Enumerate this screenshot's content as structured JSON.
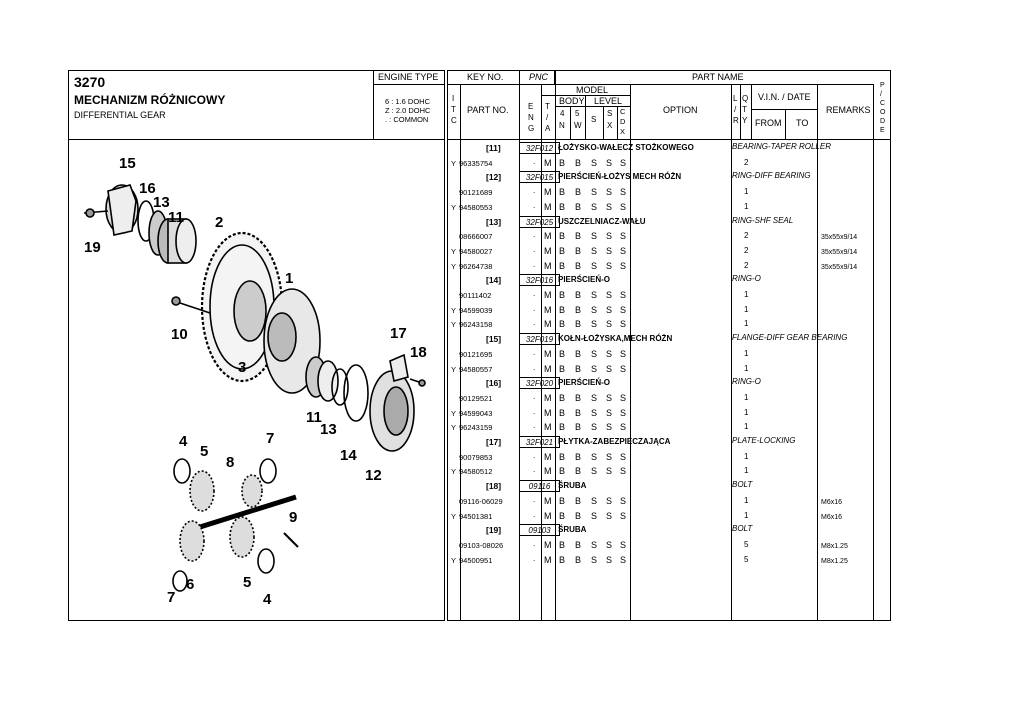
{
  "left": {
    "code": "3270",
    "title_pl": "MECHANIZM RÓŻNICOWY",
    "title_en": "DIFFERENTIAL GEAR",
    "engine_type_label": "ENGINE TYPE",
    "engine_lines": [
      "6 : 1.6 DOHC",
      "Z : 2.0 DOHC",
      ". : COMMON"
    ]
  },
  "header": {
    "key_no": "KEY NO.",
    "pnc": "PNC",
    "part_name": "PART NAME",
    "model": "MODEL",
    "body": "BODY",
    "level": "LEVEL",
    "itc": [
      "I",
      "T",
      "C"
    ],
    "part_no": "PART NO.",
    "eng": [
      "E",
      "N",
      "G"
    ],
    "ta": [
      "T",
      "/",
      "A"
    ],
    "body_4n": [
      "4",
      "N"
    ],
    "body_5w": [
      "5",
      "W"
    ],
    "lvl_s": "S",
    "lvl_sx": [
      "S",
      "X"
    ],
    "lvl_cdx": [
      "C",
      "D",
      "X"
    ],
    "option": "OPTION",
    "lr": [
      "L",
      "/",
      "R"
    ],
    "qty": [
      "Q",
      "T",
      "Y"
    ],
    "vin": "V.I.N. / DATE",
    "from": "FROM",
    "to": "TO",
    "remarks": "REMARKS",
    "pcode": [
      "P",
      "/",
      "C",
      "O",
      "D",
      "E"
    ]
  },
  "callouts": [
    "15",
    "16",
    "13",
    "11",
    "2",
    "19",
    "1",
    "10",
    "3",
    "17",
    "18",
    "11",
    "13",
    "14",
    "12",
    "4",
    "5",
    "8",
    "7",
    "9",
    "6",
    "7",
    "5",
    "4"
  ],
  "groups": [
    {
      "key": "[11]",
      "pnc": "32F012",
      "name_pl": "ŁOŻYSKO-WAŁECZ STOŻKOWEGO",
      "name_en": "BEARING-TAPER ROLLER",
      "parts": [
        {
          "itc": "Y",
          "part_no": "96335754",
          "eng": ".",
          "ta": "M",
          "b4": "B",
          "b5": "B",
          "s1": "S",
          "s2": "S",
          "s3": "S",
          "qty": "2",
          "remarks": ""
        }
      ]
    },
    {
      "key": "[12]",
      "pnc": "32F015",
      "name_pl": "PIERŚCIEŃ-ŁOŻYS MECH RÓŻN",
      "name_en": "RING-DIFF BEARING",
      "parts": [
        {
          "itc": "",
          "part_no": "90121689",
          "eng": ".",
          "ta": "M",
          "b4": "B",
          "b5": "B",
          "s1": "S",
          "s2": "S",
          "s3": "S",
          "qty": "1",
          "remarks": ""
        },
        {
          "itc": "Y",
          "part_no": "94580553",
          "eng": ".",
          "ta": "M",
          "b4": "B",
          "b5": "B",
          "s1": "S",
          "s2": "S",
          "s3": "S",
          "qty": "1",
          "remarks": ""
        }
      ]
    },
    {
      "key": "[13]",
      "pnc": "32F025",
      "name_pl": "USZCZELNIACZ-WAŁU",
      "name_en": "RING-SHF SEAL",
      "parts": [
        {
          "itc": "",
          "part_no": "08666007",
          "eng": ".",
          "ta": "M",
          "b4": "B",
          "b5": "B",
          "s1": "S",
          "s2": "S",
          "s3": "S",
          "qty": "2",
          "remarks": "35x55x9/14"
        },
        {
          "itc": "Y",
          "part_no": "94580027",
          "eng": ".",
          "ta": "M",
          "b4": "B",
          "b5": "B",
          "s1": "S",
          "s2": "S",
          "s3": "S",
          "qty": "2",
          "remarks": "35x55x9/14"
        },
        {
          "itc": "Y",
          "part_no": "96264738",
          "eng": ".",
          "ta": "M",
          "b4": "B",
          "b5": "B",
          "s1": "S",
          "s2": "S",
          "s3": "S",
          "qty": "2",
          "remarks": "35x55x9/14"
        }
      ]
    },
    {
      "key": "[14]",
      "pnc": "32F016",
      "name_pl": "PIERŚCIEŃ-O",
      "name_en": "RING-O",
      "parts": [
        {
          "itc": "",
          "part_no": "90111402",
          "eng": ".",
          "ta": "M",
          "b4": "B",
          "b5": "B",
          "s1": "S",
          "s2": "S",
          "s3": "S",
          "qty": "1",
          "remarks": ""
        },
        {
          "itc": "Y",
          "part_no": "94599039",
          "eng": ".",
          "ta": "M",
          "b4": "B",
          "b5": "B",
          "s1": "S",
          "s2": "S",
          "s3": "S",
          "qty": "1",
          "remarks": ""
        },
        {
          "itc": "Y",
          "part_no": "96243158",
          "eng": ".",
          "ta": "M",
          "b4": "B",
          "b5": "B",
          "s1": "S",
          "s2": "S",
          "s3": "S",
          "qty": "1",
          "remarks": ""
        }
      ]
    },
    {
      "key": "[15]",
      "pnc": "32F019",
      "name_pl": "KOŁN-ŁOŻYSKA,MECH RÓŻN",
      "name_en": "FLANGE-DIFF GEAR BEARING",
      "parts": [
        {
          "itc": "",
          "part_no": "90121695",
          "eng": ".",
          "ta": "M",
          "b4": "B",
          "b5": "B",
          "s1": "S",
          "s2": "S",
          "s3": "S",
          "qty": "1",
          "remarks": ""
        },
        {
          "itc": "Y",
          "part_no": "94580557",
          "eng": ".",
          "ta": "M",
          "b4": "B",
          "b5": "B",
          "s1": "S",
          "s2": "S",
          "s3": "S",
          "qty": "1",
          "remarks": ""
        }
      ]
    },
    {
      "key": "[16]",
      "pnc": "32F020",
      "name_pl": "PIERŚCIEŃ-O",
      "name_en": "RING-O",
      "parts": [
        {
          "itc": "",
          "part_no": "90129521",
          "eng": ".",
          "ta": "M",
          "b4": "B",
          "b5": "B",
          "s1": "S",
          "s2": "S",
          "s3": "S",
          "qty": "1",
          "remarks": ""
        },
        {
          "itc": "Y",
          "part_no": "94599043",
          "eng": ".",
          "ta": "M",
          "b4": "B",
          "b5": "B",
          "s1": "S",
          "s2": "S",
          "s3": "S",
          "qty": "1",
          "remarks": ""
        },
        {
          "itc": "Y",
          "part_no": "96243159",
          "eng": ".",
          "ta": "M",
          "b4": "B",
          "b5": "B",
          "s1": "S",
          "s2": "S",
          "s3": "S",
          "qty": "1",
          "remarks": ""
        }
      ]
    },
    {
      "key": "[17]",
      "pnc": "32F021",
      "name_pl": "PŁYTKA-ZABEZPIECZAJĄCA",
      "name_en": "PLATE-LOCKING",
      "parts": [
        {
          "itc": "",
          "part_no": "90079853",
          "eng": ".",
          "ta": "M",
          "b4": "B",
          "b5": "B",
          "s1": "S",
          "s2": "S",
          "s3": "S",
          "qty": "1",
          "remarks": ""
        },
        {
          "itc": "Y",
          "part_no": "94580512",
          "eng": ".",
          "ta": "M",
          "b4": "B",
          "b5": "B",
          "s1": "S",
          "s2": "S",
          "s3": "S",
          "qty": "1",
          "remarks": ""
        }
      ]
    },
    {
      "key": "[18]",
      "pnc": "09116",
      "name_pl": "ŚRUBA",
      "name_en": "BOLT",
      "parts": [
        {
          "itc": "",
          "part_no": "09116-06029",
          "eng": ".",
          "ta": "M",
          "b4": "B",
          "b5": "B",
          "s1": "S",
          "s2": "S",
          "s3": "S",
          "qty": "1",
          "remarks": "M6x16"
        },
        {
          "itc": "Y",
          "part_no": "94501381",
          "eng": ".",
          "ta": "M",
          "b4": "B",
          "b5": "B",
          "s1": "S",
          "s2": "S",
          "s3": "S",
          "qty": "1",
          "remarks": "M6x16"
        }
      ]
    },
    {
      "key": "[19]",
      "pnc": "09103",
      "name_pl": "ŚRUBA",
      "name_en": "BOLT",
      "parts": [
        {
          "itc": "",
          "part_no": "09103-08026",
          "eng": ".",
          "ta": "M",
          "b4": "B",
          "b5": "B",
          "s1": "S",
          "s2": "S",
          "s3": "S",
          "qty": "5",
          "remarks": "M8x1.25"
        },
        {
          "itc": "Y",
          "part_no": "94500951",
          "eng": ".",
          "ta": "M",
          "b4": "B",
          "b5": "B",
          "s1": "S",
          "s2": "S",
          "s3": "S",
          "qty": "5",
          "remarks": "M8x1.25"
        }
      ]
    }
  ]
}
